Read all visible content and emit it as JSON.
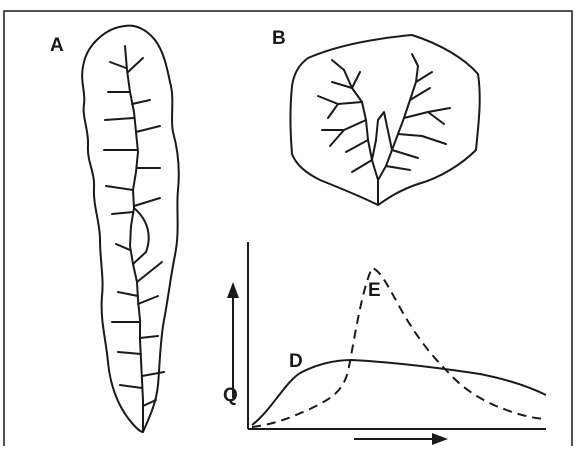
{
  "labels": {
    "a": "A",
    "b": "B",
    "d": "D",
    "e": "E",
    "q": "Q"
  }
}
